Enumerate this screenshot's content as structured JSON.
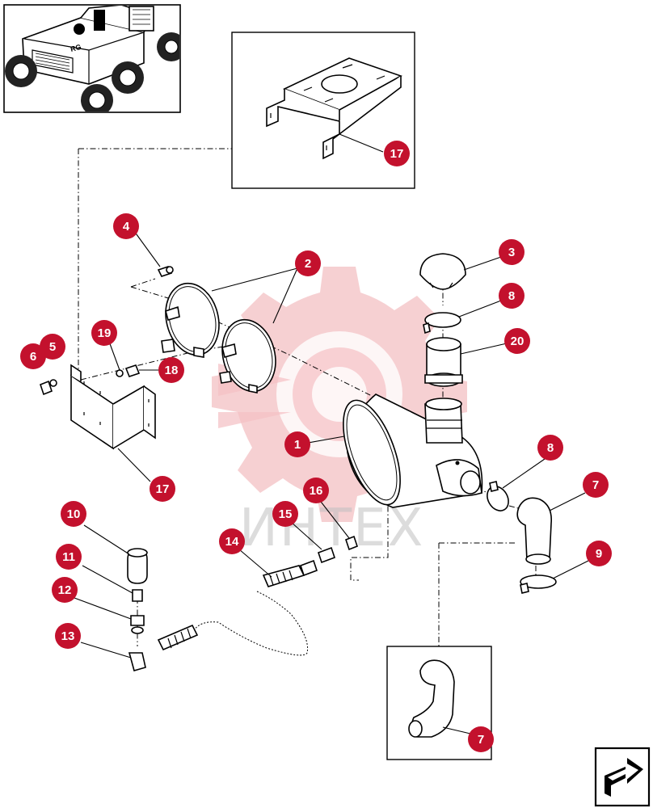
{
  "diagram": {
    "watermark_text": "ИНТЕХ",
    "colors": {
      "callout": "#c3112d",
      "watermark_gear": "#f3b9be",
      "line": "#000000"
    },
    "callouts": [
      {
        "id": "c17a",
        "label": "17"
      },
      {
        "id": "c4",
        "label": "4"
      },
      {
        "id": "c2",
        "label": "2"
      },
      {
        "id": "c3",
        "label": "3"
      },
      {
        "id": "c8a",
        "label": "8"
      },
      {
        "id": "c20",
        "label": "20"
      },
      {
        "id": "c19",
        "label": "19"
      },
      {
        "id": "c6",
        "label": "6"
      },
      {
        "id": "c5",
        "label": "5"
      },
      {
        "id": "c18",
        "label": "18"
      },
      {
        "id": "c1",
        "label": "1"
      },
      {
        "id": "c8b",
        "label": "8"
      },
      {
        "id": "c7a",
        "label": "7"
      },
      {
        "id": "c17b",
        "label": "17"
      },
      {
        "id": "c16",
        "label": "16"
      },
      {
        "id": "c15",
        "label": "15"
      },
      {
        "id": "c14",
        "label": "14"
      },
      {
        "id": "c10",
        "label": "10"
      },
      {
        "id": "c11",
        "label": "11"
      },
      {
        "id": "c12",
        "label": "12"
      },
      {
        "id": "c13",
        "label": "13"
      },
      {
        "id": "c9",
        "label": "9"
      },
      {
        "id": "c7b",
        "label": "7"
      }
    ]
  }
}
